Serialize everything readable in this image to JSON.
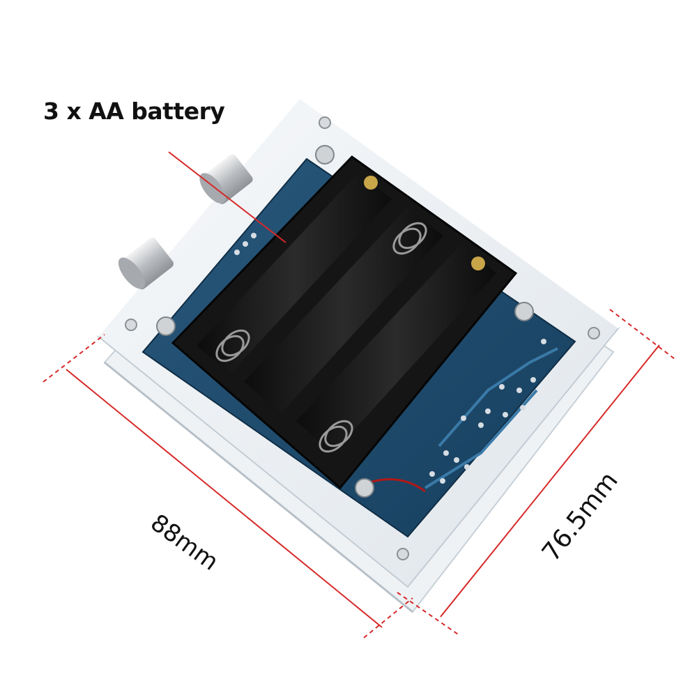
{
  "labels": {
    "battery": "3 x AA battery",
    "width": "88mm",
    "height": "76.5mm"
  },
  "colors": {
    "pcb": "#1c4c6e",
    "dimension_line": "#d62828",
    "holder": "#141414",
    "acrylic": "#e9eef2",
    "background": "#ffffff"
  },
  "icons": [
    "battery-holder",
    "spring-contact",
    "screw",
    "potentiometer"
  ]
}
